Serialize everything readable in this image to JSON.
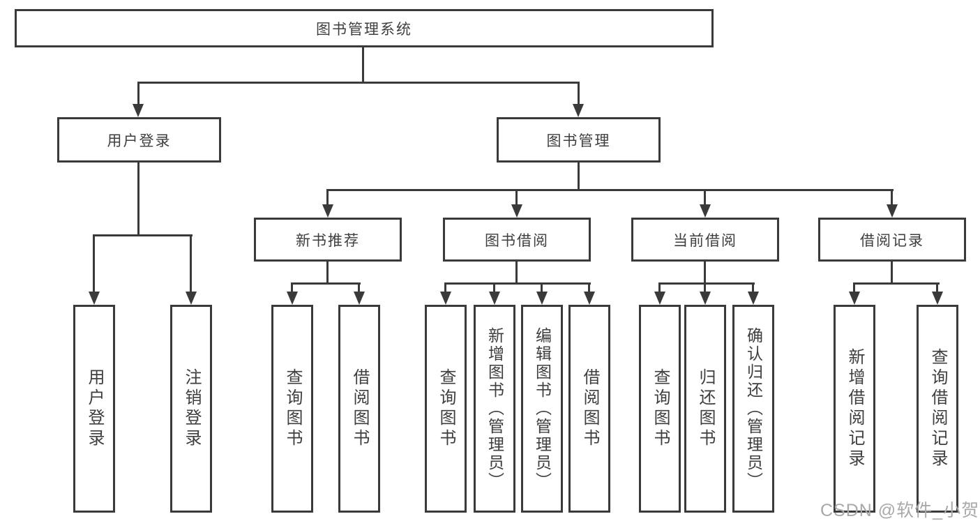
{
  "tree": {
    "root": {
      "label": "图书管理系统",
      "children": [
        {
          "label": "用户登录",
          "children": [
            {
              "label": "用户登录"
            },
            {
              "label": "注销登录"
            }
          ]
        },
        {
          "label": "图书管理",
          "children": [
            {
              "label": "新书推荐",
              "children": [
                {
                  "label": "查询图书"
                },
                {
                  "label": "借阅图书"
                }
              ]
            },
            {
              "label": "图书借阅",
              "children": [
                {
                  "label": "查询图书"
                },
                {
                  "label": "新增图书（管理员）"
                },
                {
                  "label": "编辑图书（管理员）"
                },
                {
                  "label": "借阅图书"
                }
              ]
            },
            {
              "label": "当前借阅",
              "children": [
                {
                  "label": "查询图书"
                },
                {
                  "label": "归还图书"
                },
                {
                  "label": "确认归还（管理员）"
                }
              ]
            },
            {
              "label": "借阅记录",
              "children": [
                {
                  "label": "新增借阅记录"
                },
                {
                  "label": "查询借阅记录"
                }
              ]
            }
          ]
        }
      ]
    }
  },
  "watermark": {
    "text": "CSDN @软件_小贺同学"
  },
  "colors": {
    "line": "#3a3a3a",
    "text": "#3e3e3e",
    "boxfill": "#ffffff",
    "bg": "#ffffff",
    "watermark": "#a9a9a9"
  }
}
